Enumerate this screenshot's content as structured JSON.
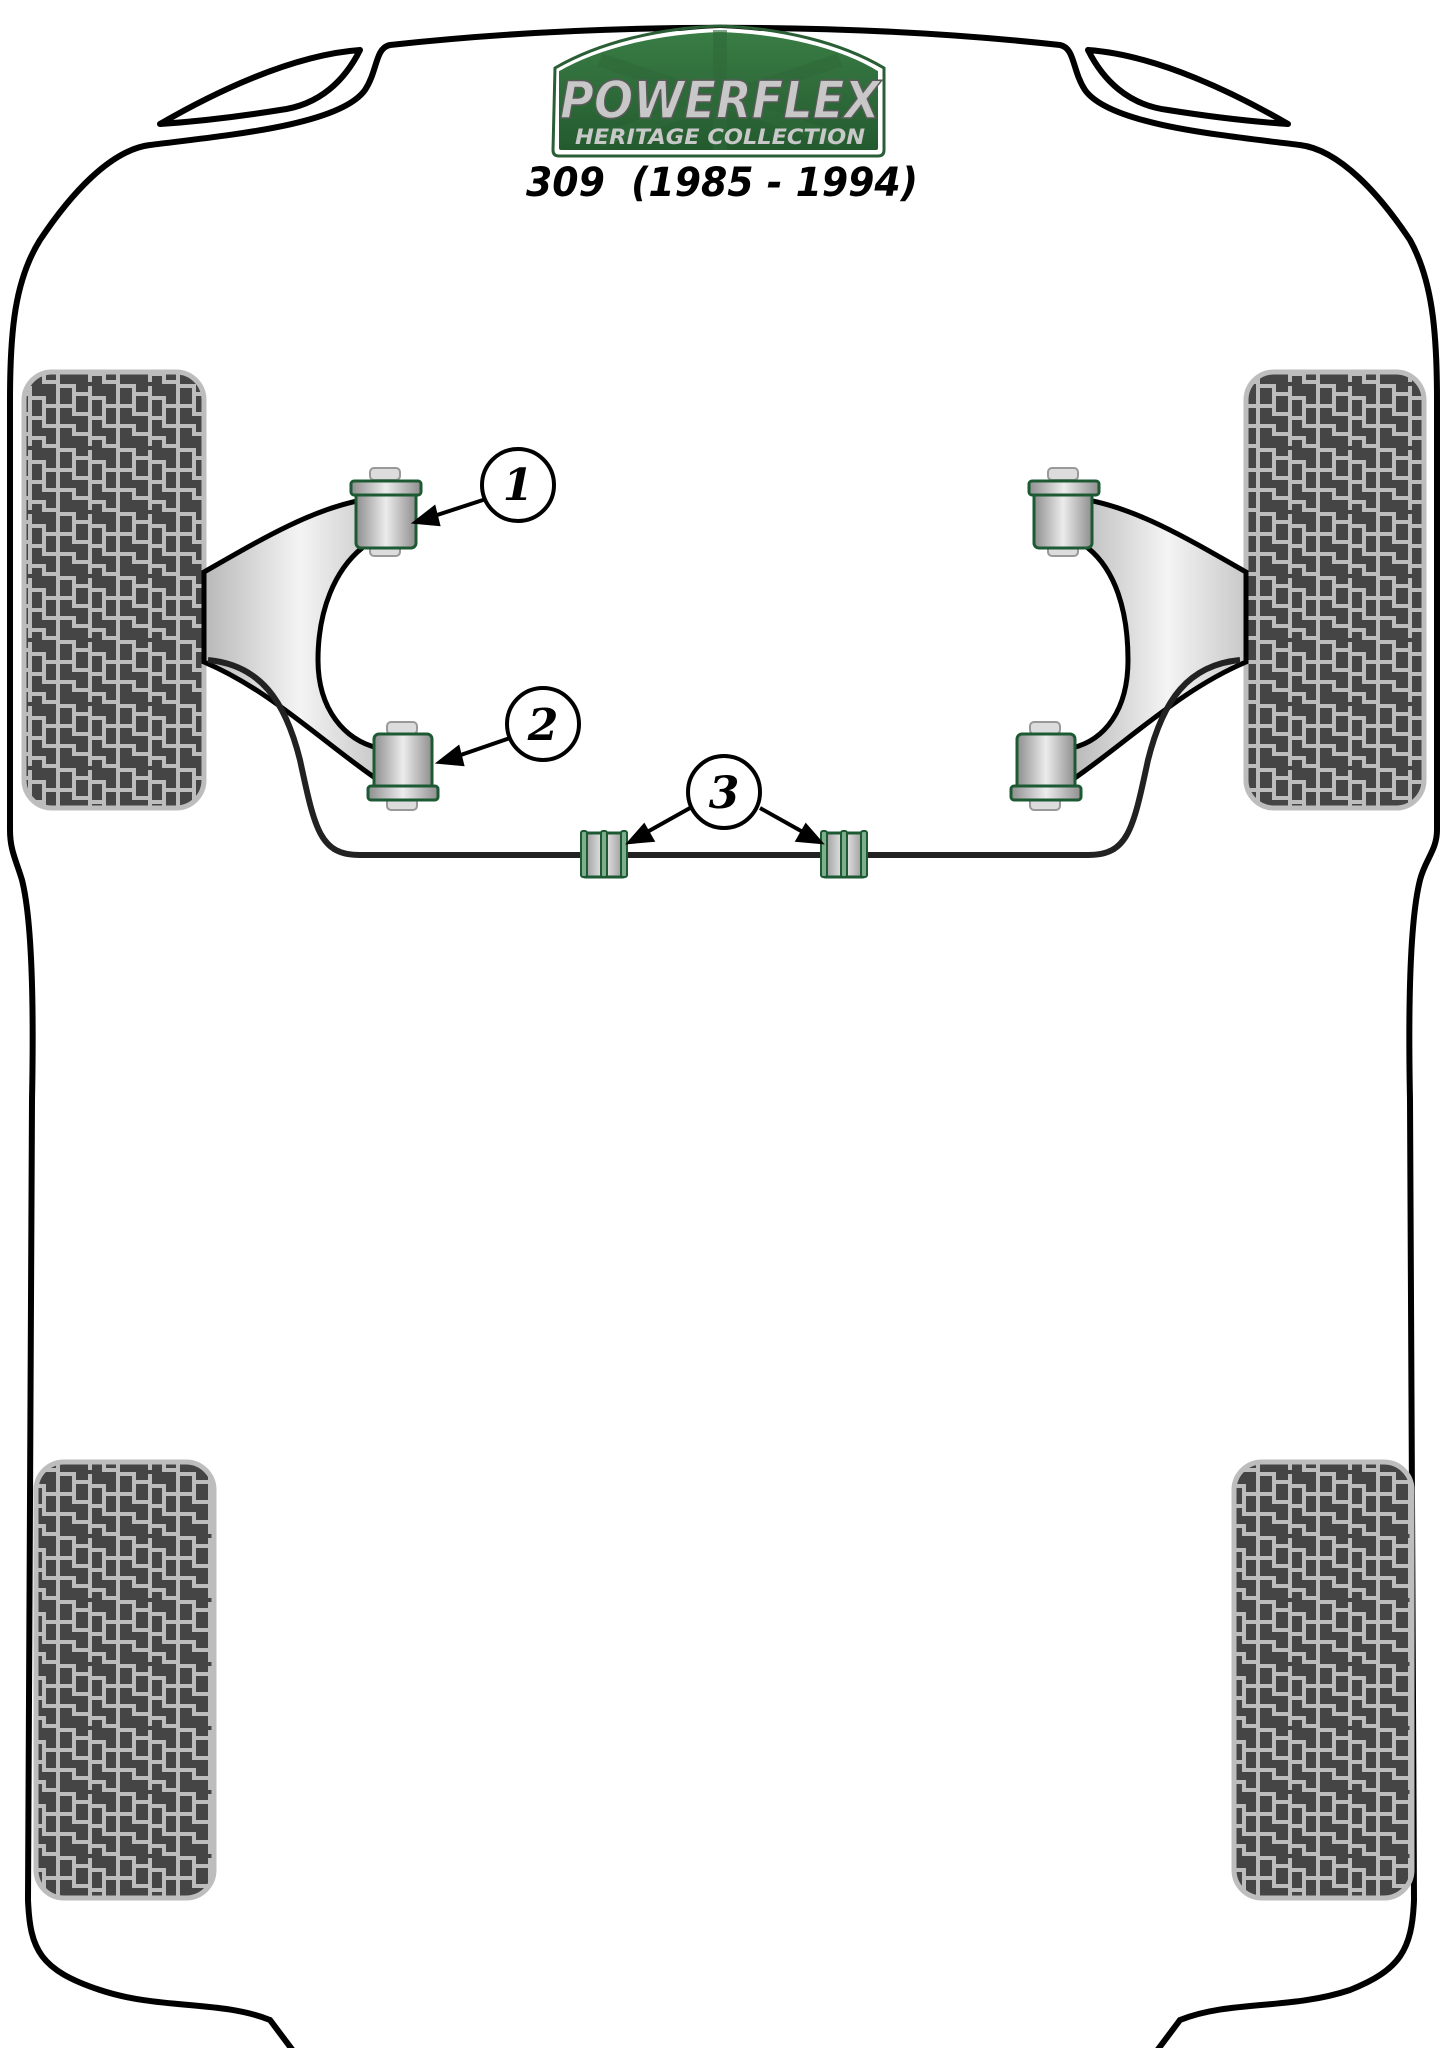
{
  "logo": {
    "brand": "POWERFLEX",
    "subtitle": "HERITAGE COLLECTION",
    "colors": {
      "green": "#2e6b3a",
      "dark_green": "#1f4d29",
      "silver": "#c8c8c8"
    }
  },
  "model": {
    "title": "309  (1985 - 1994)"
  },
  "callouts": [
    {
      "number": "1",
      "part": "front-lower-arm-front-bush"
    },
    {
      "number": "2",
      "part": "front-lower-arm-rear-bush"
    },
    {
      "number": "3",
      "part": "front-anti-roll-bar-bush"
    }
  ],
  "colors": {
    "outline": "#000000",
    "tyre_fill": "#454545",
    "tyre_tread": "#bdbdbd",
    "bush_outline": "#1d5a34",
    "arm_fill": "#d8d8d8"
  }
}
